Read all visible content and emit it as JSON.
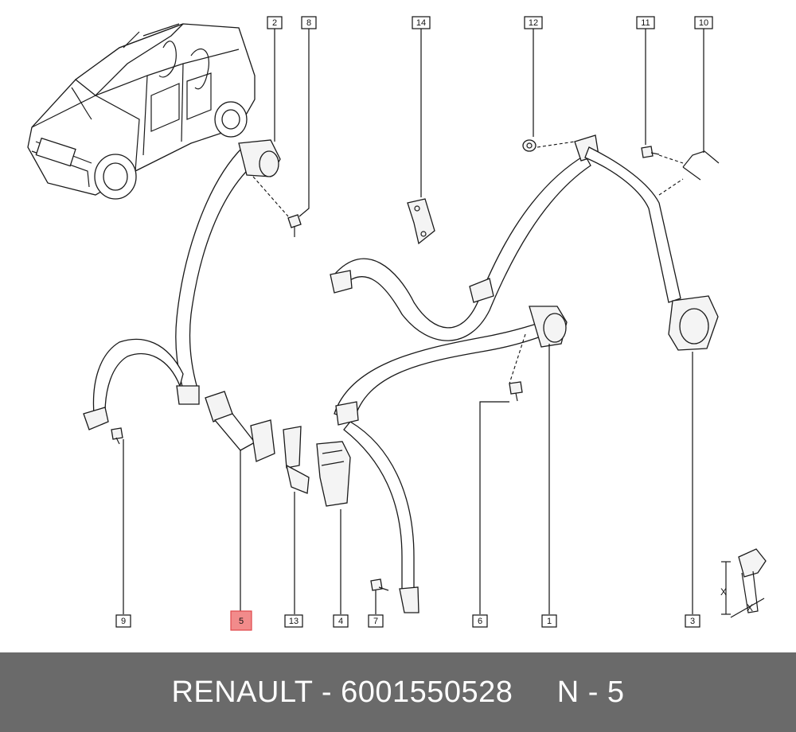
{
  "callouts": {
    "c1": "1",
    "c2": "2",
    "c3": "3",
    "c4": "4",
    "c5": "5",
    "c6": "6",
    "c7": "7",
    "c8": "8",
    "c9": "9",
    "c10": "10",
    "c11": "11",
    "c12": "12",
    "c13": "13",
    "c14": "14"
  },
  "bolt_legend": {
    "x1": "X",
    "x2": "X"
  },
  "footer": {
    "text": "RENAULT - 6001550528     N - 5"
  },
  "colors": {
    "highlight": "#f28b8b",
    "footer_bg": "#6a6a6a",
    "footer_text": "#ffffff"
  }
}
